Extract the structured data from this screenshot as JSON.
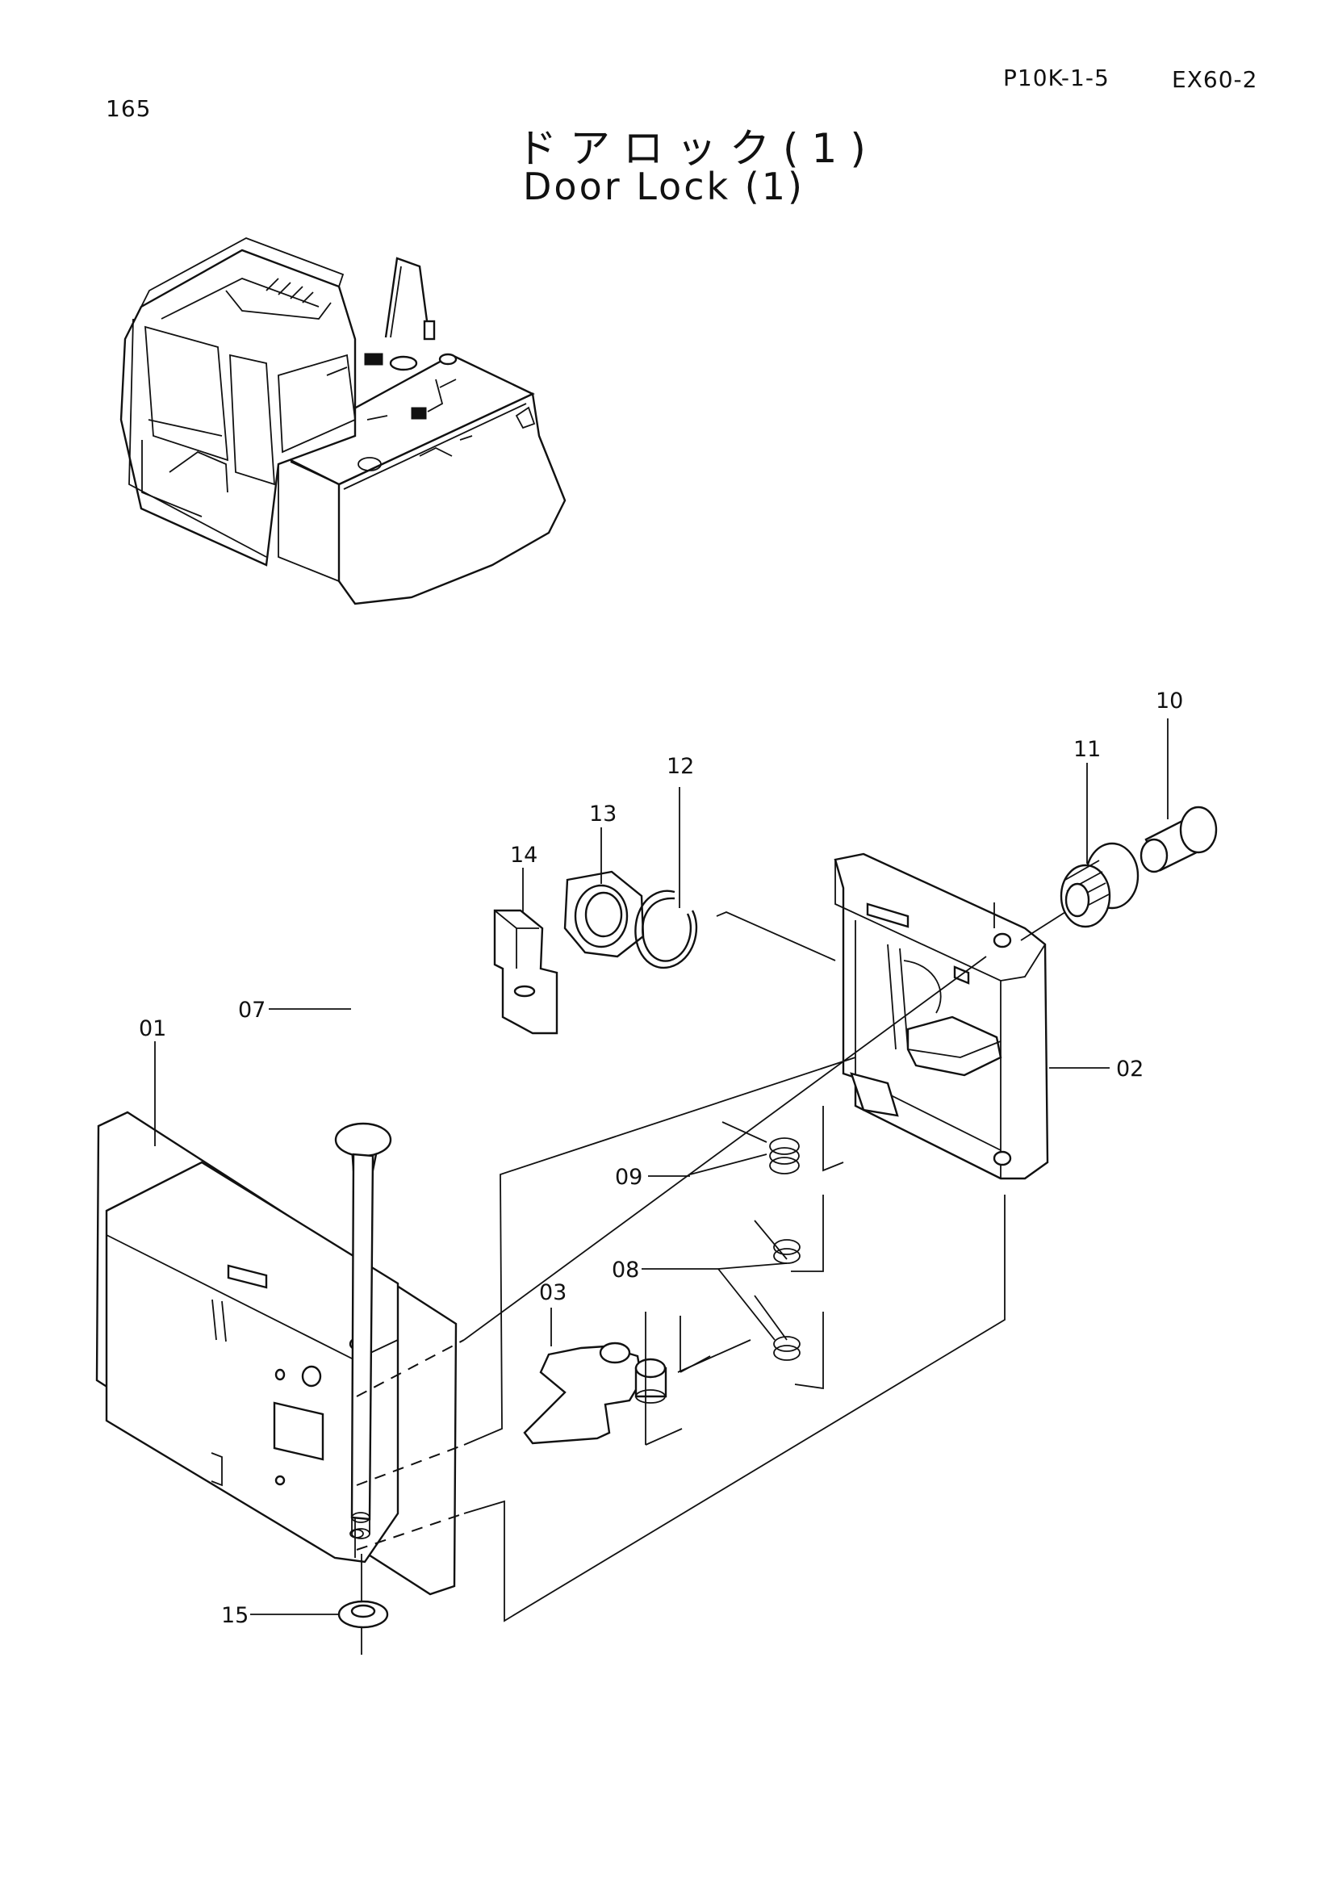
{
  "header": {
    "page_number": "165",
    "figure_code": "P10K-1-5",
    "model": "EX60-2"
  },
  "title": {
    "japanese": "ドアロック(1)",
    "english": "Door Lock (1)"
  },
  "callouts": [
    "01",
    "02",
    "03",
    "07",
    "08",
    "09",
    "10",
    "11",
    "12",
    "13",
    "14",
    "15"
  ]
}
